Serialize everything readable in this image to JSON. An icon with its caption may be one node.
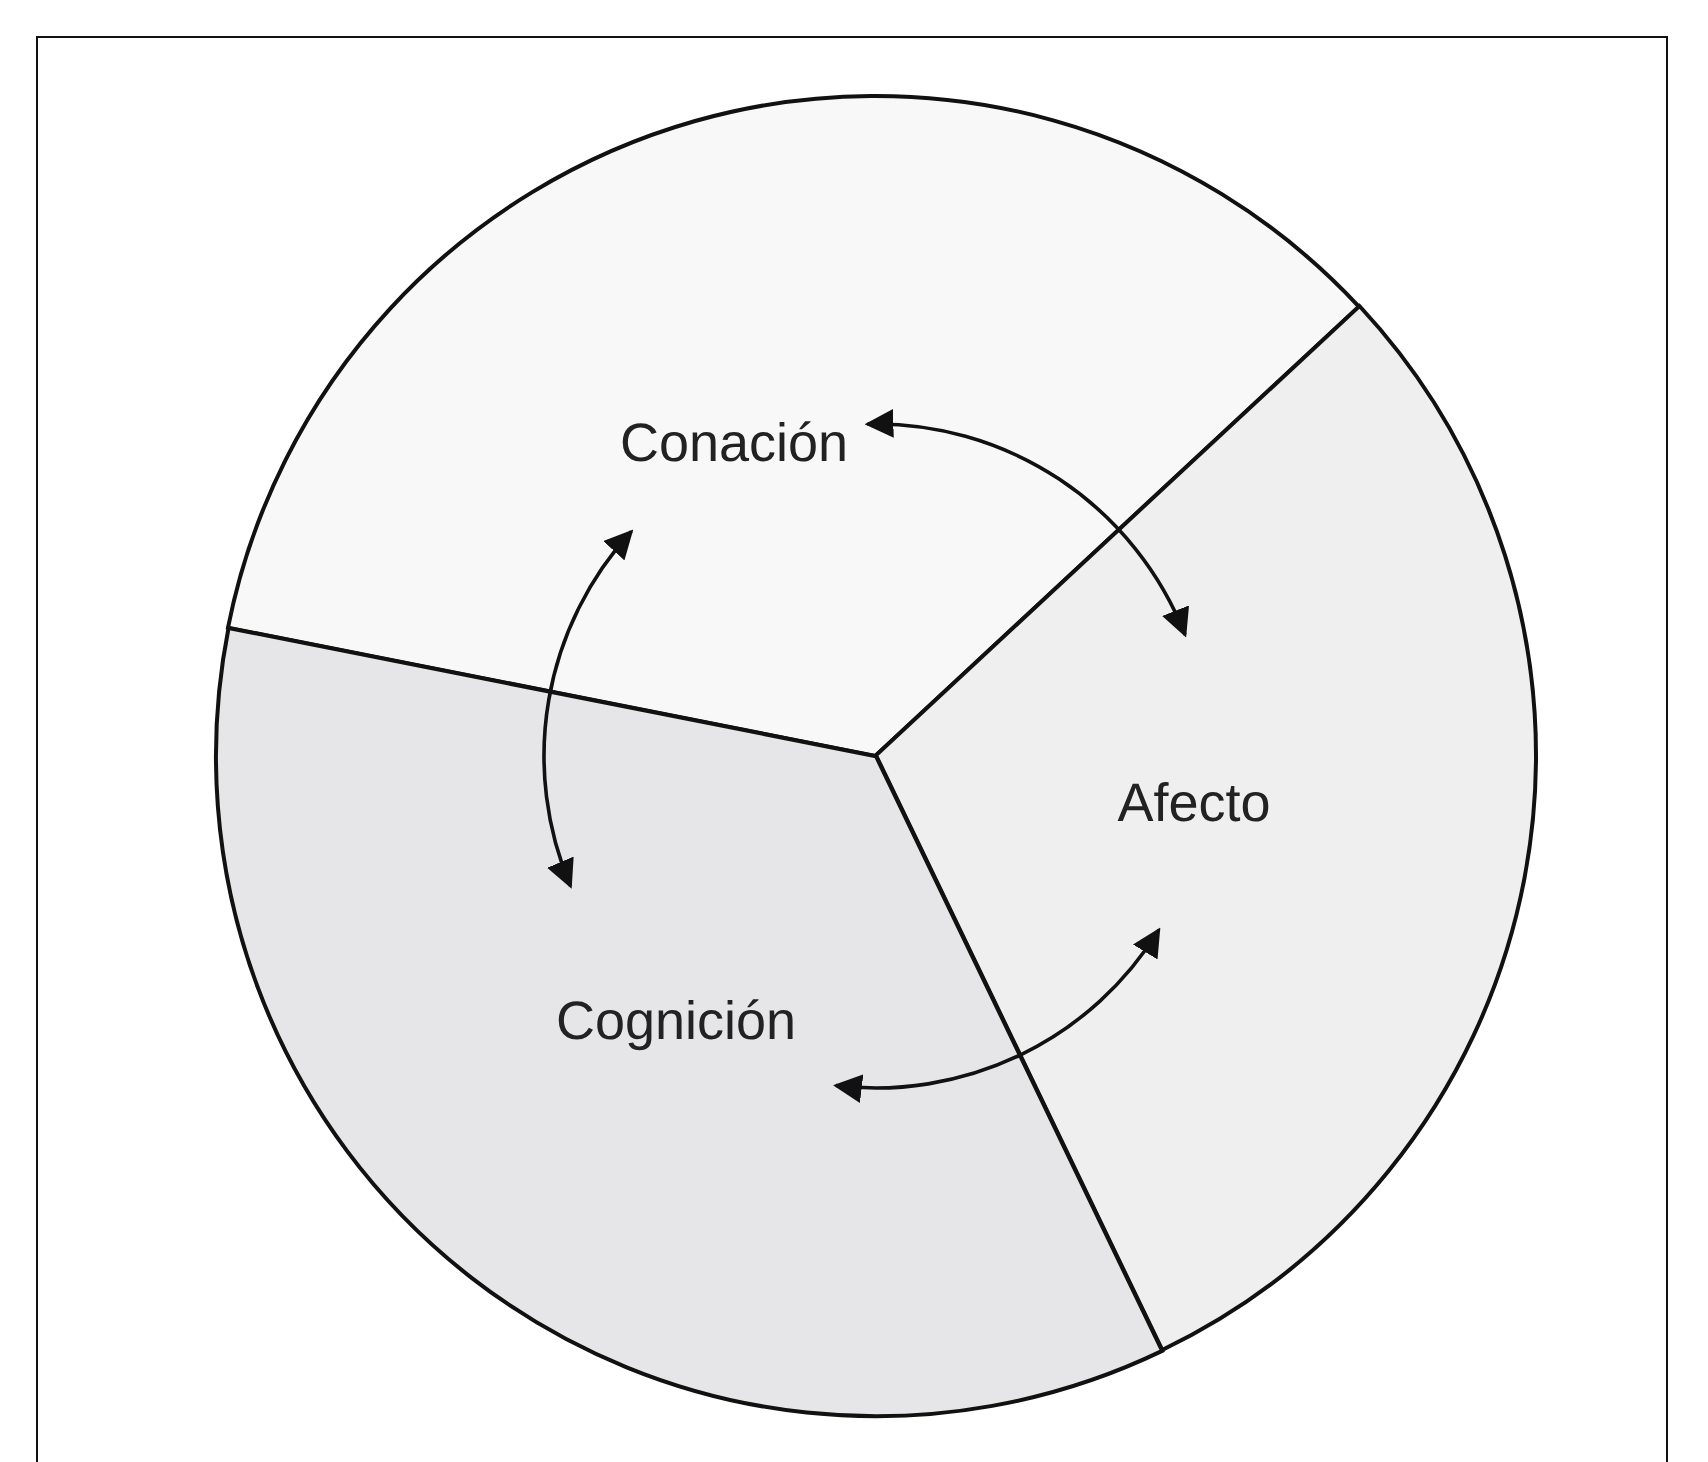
{
  "diagram": {
    "nodes": [
      {
        "text": [
          "Conación"
        ]
      },
      {
        "text": [
          "Afecto"
        ]
      },
      {
        "text": [
          "Cognición"
        ]
      }
    ],
    "edges": [
      {
        "from": 0,
        "to": 1,
        "arrow": "both"
      },
      {
        "from": 0,
        "to": 2,
        "arrow": "both"
      },
      {
        "from": 1,
        "to": 2,
        "arrow": "both"
      }
    ]
  }
}
